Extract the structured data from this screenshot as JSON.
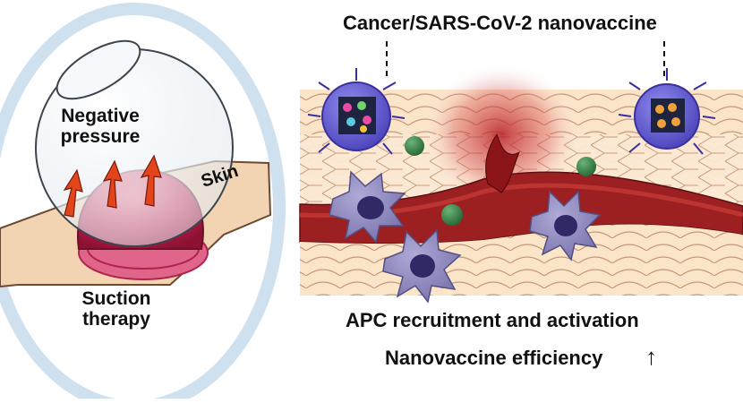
{
  "labels": {
    "nanovaccine": "Cancer/SARS-CoV-2 nanovaccine",
    "negative_line1": "Negative",
    "negative_line2": "pressure",
    "skin": "Skin",
    "suction_line1": "Suction",
    "suction_line2": "therapy",
    "apc": "APC recruitment and activation",
    "efficiency": "Nanovaccine efficiency",
    "up_arrow": "↑"
  },
  "colors": {
    "skin_tone": "#f2d4b2",
    "skin_layer_line": "#c99778",
    "dermis_top": "#d9b99e",
    "vessel": "#9c1f22",
    "vessel_light": "#c43a34",
    "suction_red": "#c6204a",
    "arrow_red": "#e2451c",
    "nanoparticle": "#5b57c8",
    "nanoparticle_rim": "#3a2f9e",
    "apc_cell": "#8d88bd",
    "green_particle": "#2f7a3e",
    "halo_blue": "#cfe0ef"
  },
  "icons": {
    "cup": "glass-suction-cup-icon",
    "arrows": "upward-arrow-icon",
    "nanoparticle": "nanovaccine-particle-icon",
    "cell": "apc-cell-icon",
    "blood": "blood-splash-icon"
  }
}
